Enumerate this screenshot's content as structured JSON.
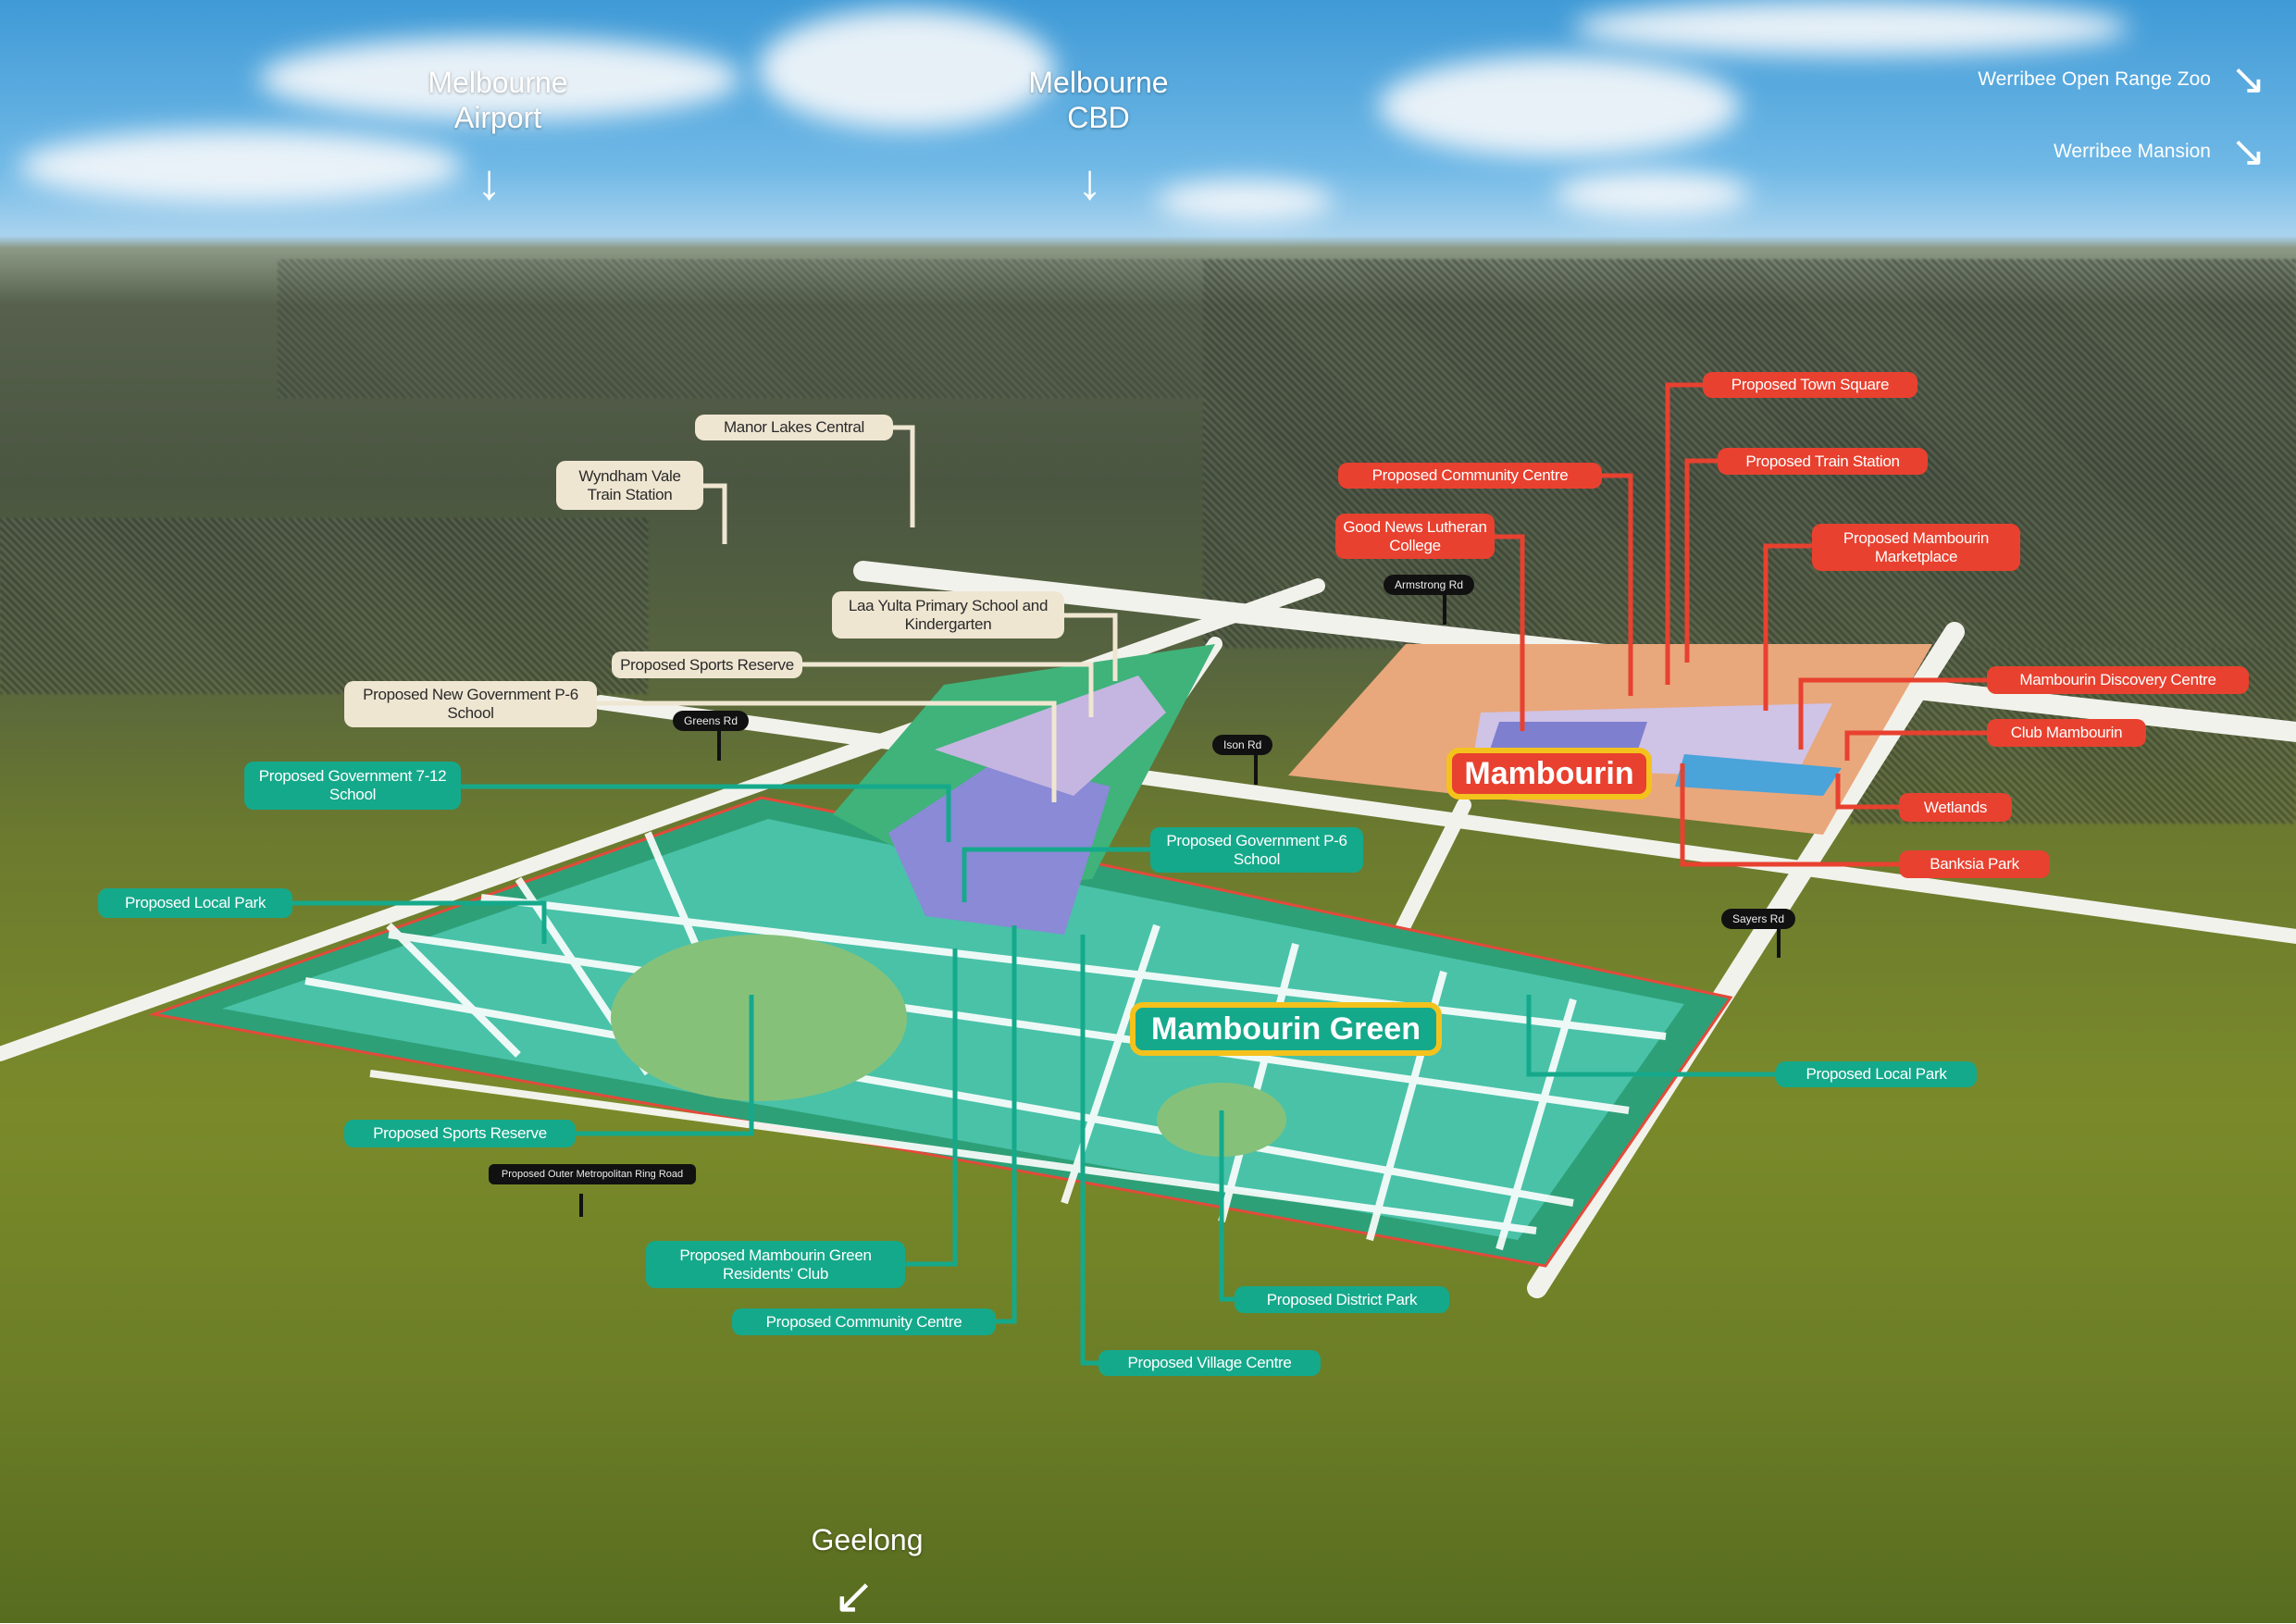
{
  "destinations": {
    "melbourne_airport": "Melbourne\nAirport",
    "melbourne_cbd": "Melbourne\nCBD",
    "werribee_zoo": "Werribee Open Range Zoo",
    "werribee_mansion": "Werribee Mansion",
    "geelong": "Geelong"
  },
  "icons": {
    "down_arrow": "↓",
    "diag_arrow": "↘",
    "sw_arrow": "↙"
  },
  "existing_places": [
    "Manor Lakes Central",
    "Wyndham Vale Train Station",
    "Laa Yulta Primary School and Kindergarten",
    "Proposed Sports Reserve",
    "Proposed New Government P-6 School"
  ],
  "roads": [
    "Greens Rd",
    "Ison Rd",
    "Armstrong Rd",
    "Sayers Rd",
    "Proposed Outer Metropolitan Ring Road"
  ],
  "mambourin": {
    "logo": "Mambourin",
    "places": [
      "Proposed Town Square",
      "Proposed Community Centre",
      "Proposed Train Station",
      "Good News Lutheran College",
      "Proposed Mambourin Marketplace",
      "Mambourin Discovery Centre",
      "Club Mambourin",
      "Wetlands",
      "Banksia Park"
    ]
  },
  "mambourin_green": {
    "logo": "Mambourin Green",
    "places": [
      "Proposed Government 7-12 School",
      "Proposed Local Park",
      "Proposed Government P-6 School",
      "Proposed Local Park",
      "Proposed Sports Reserve",
      "Proposed Mambourin Green Residents' Club",
      "Proposed Community Centre",
      "Proposed Village Centre",
      "Proposed District Park"
    ]
  },
  "colors": {
    "red": "#e8412f",
    "green": "#15a98b",
    "beige": "#efe6d2",
    "logo_border": "#f4c21d",
    "lots": "#49c2a8",
    "town": "#e9a77c"
  }
}
